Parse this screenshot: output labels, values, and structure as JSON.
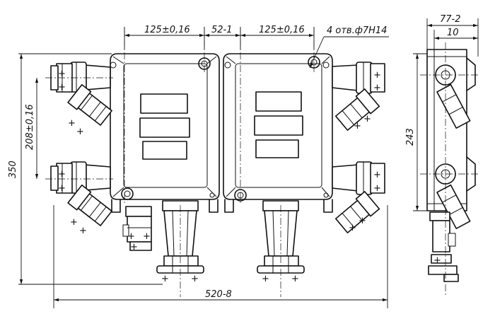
{
  "drawing": {
    "dimensions": {
      "width_left_box": "125±0,16",
      "gap_between_boxes": "52-1",
      "width_right_box": "125±0,16",
      "holes": "4 отв.ф7Н14",
      "side_depth": "77-2",
      "side_offset": "10",
      "total_height": "350",
      "gland_spacing": "208±0,16",
      "side_height": "243",
      "total_width": "520-8"
    }
  }
}
